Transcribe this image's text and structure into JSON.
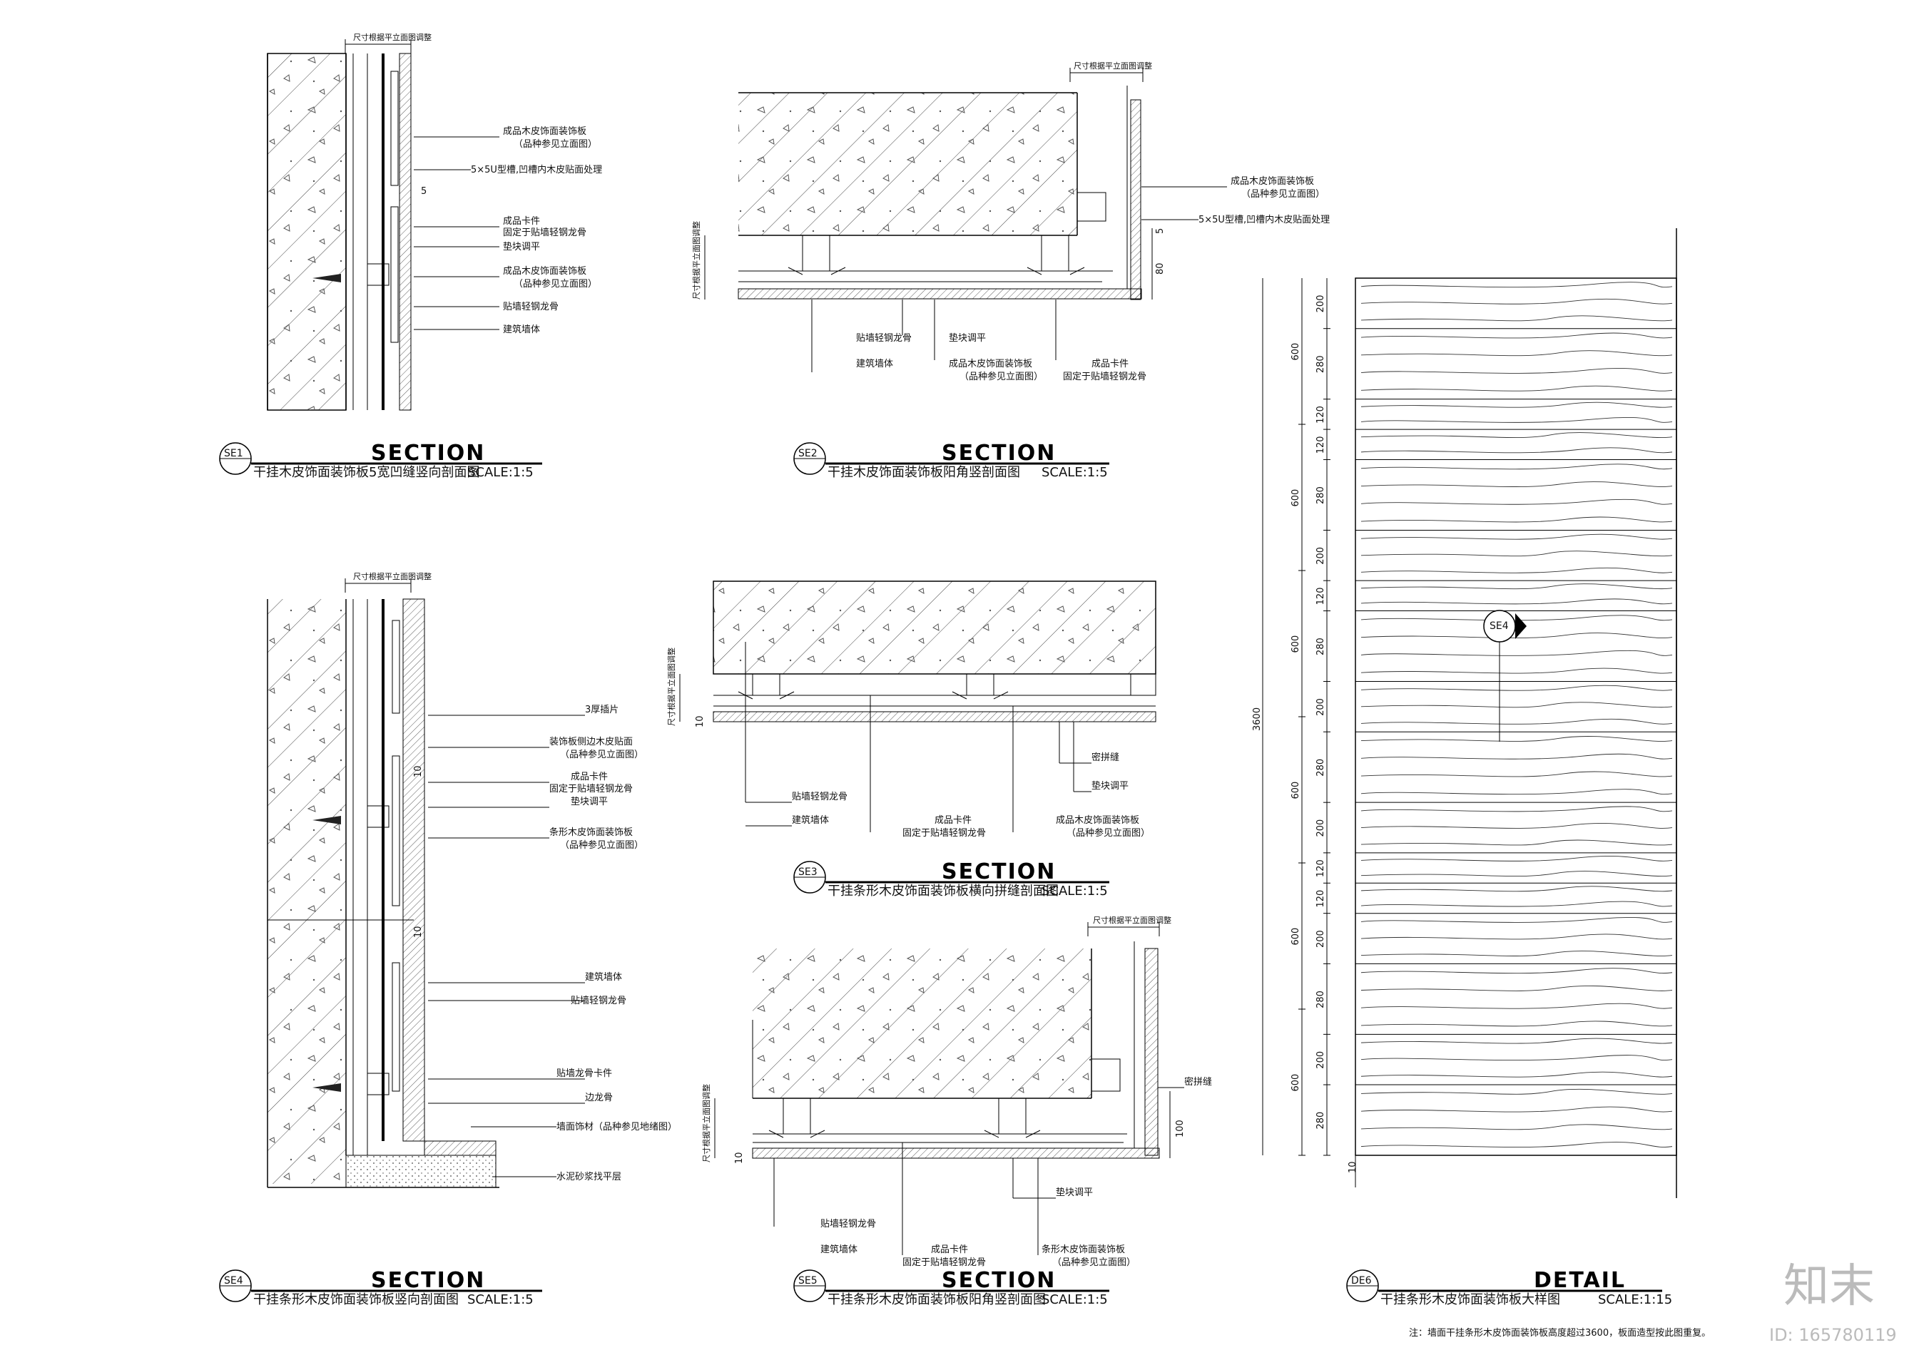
{
  "se1": {
    "tag": "SE1",
    "heading": "SECTION",
    "subtitle": "干挂木皮饰面装饰板5宽凹缝竖向剖面图",
    "scale": "SCALE:1:5",
    "top_note": "尺寸根据平立面图调整",
    "gap_dim": "5",
    "labels": [
      "成品木皮饰面装饰板",
      "（品种参见立面图）",
      "5×5U型槽,凹槽内木皮贴面处理",
      "成品卡件",
      "固定于贴墙轻钢龙骨",
      "垫块调平",
      "成品木皮饰面装饰板",
      "（品种参见立面图）",
      "贴墙轻钢龙骨",
      "建筑墙体"
    ]
  },
  "se2": {
    "tag": "SE2",
    "heading": "SECTION",
    "subtitle": "干挂木皮饰面装饰板阳角竖剖面图",
    "scale": "SCALE:1:5",
    "top_note": "尺寸根据平立面图调整",
    "side_note": "尺寸根据平立面图调整",
    "dims": [
      "5",
      "80"
    ],
    "right_labels": [
      "成品木皮饰面装饰板",
      "（品种参见立面图）",
      "5×5U型槽,凹槽内木皮贴面处理"
    ],
    "bottom_labels": [
      "贴墙轻钢龙骨",
      "垫块调平",
      "建筑墙体",
      "成品木皮饰面装饰板",
      "（品种参见立面图）",
      "成品卡件",
      "固定于贴墙轻钢龙骨"
    ]
  },
  "se3": {
    "tag": "SE3",
    "heading": "SECTION",
    "subtitle": "干挂条形木皮饰面装饰板横向拼缝剖面图",
    "scale": "SCALE:1:5",
    "side_note": "尺寸根据平立面图调整",
    "dim": "10",
    "labels": [
      "密拼缝",
      "垫块调平",
      "贴墙轻钢龙骨",
      "建筑墙体",
      "成品卡件",
      "固定于贴墙轻钢龙骨",
      "成品木皮饰面装饰板",
      "（品种参见立面图）"
    ]
  },
  "se4": {
    "tag": "SE4",
    "heading": "SECTION",
    "subtitle": "干挂条形木皮饰面装饰板竖向剖面图",
    "scale": "SCALE:1:5",
    "top_note": "尺寸根据平立面图调整",
    "dims": [
      "10",
      "10"
    ],
    "labels": [
      "3厚插片",
      "装饰板侧边木皮贴面",
      "（品种参见立面图）",
      "成品卡件",
      "固定于贴墙轻钢龙骨",
      "垫块调平",
      "条形木皮饰面装饰板",
      "（品种参见立面图）",
      "建筑墙体",
      "贴墙轻钢龙骨",
      "贴墙龙骨卡件",
      "边龙骨",
      "墙面饰材（品种参见地绪图）",
      "水泥砂浆找平层"
    ]
  },
  "se5": {
    "tag": "SE5",
    "heading": "SECTION",
    "subtitle": "干挂条形木皮饰面装饰板阳角竖剖面图",
    "scale": "SCALE:1:5",
    "top_note": "尺寸根据平立面图调整",
    "side_note": "尺寸根据平立面图调整",
    "dims": [
      "10",
      "100"
    ],
    "labels": [
      "密拼缝",
      "垫块调平",
      "贴墙轻钢龙骨",
      "建筑墙体",
      "成品卡件",
      "固定于贴墙轻钢龙骨",
      "条形木皮饰面装饰板",
      "（品种参见立面图）"
    ]
  },
  "de6": {
    "tag": "DE6",
    "heading": "DETAIL",
    "subtitle": "干挂条形木皮饰面装饰板大样图",
    "scale": "SCALE:1:15",
    "callout": "SE4",
    "total_dim": "3600",
    "group_dims": [
      "600",
      "600",
      "600",
      "600",
      "600",
      "600"
    ],
    "band_dims": [
      "200",
      "280",
      "120",
      "120",
      "280",
      "200",
      "120",
      "280",
      "200",
      "280",
      "200",
      "120",
      "120",
      "200",
      "280",
      "200",
      "280"
    ],
    "bottom_dim": "10",
    "note": "注：墙面干挂条形木皮饰面装饰板高度超过3600，板面造型按此图重复。"
  },
  "watermark": {
    "logo": "知末",
    "id": "ID: 165780119"
  }
}
